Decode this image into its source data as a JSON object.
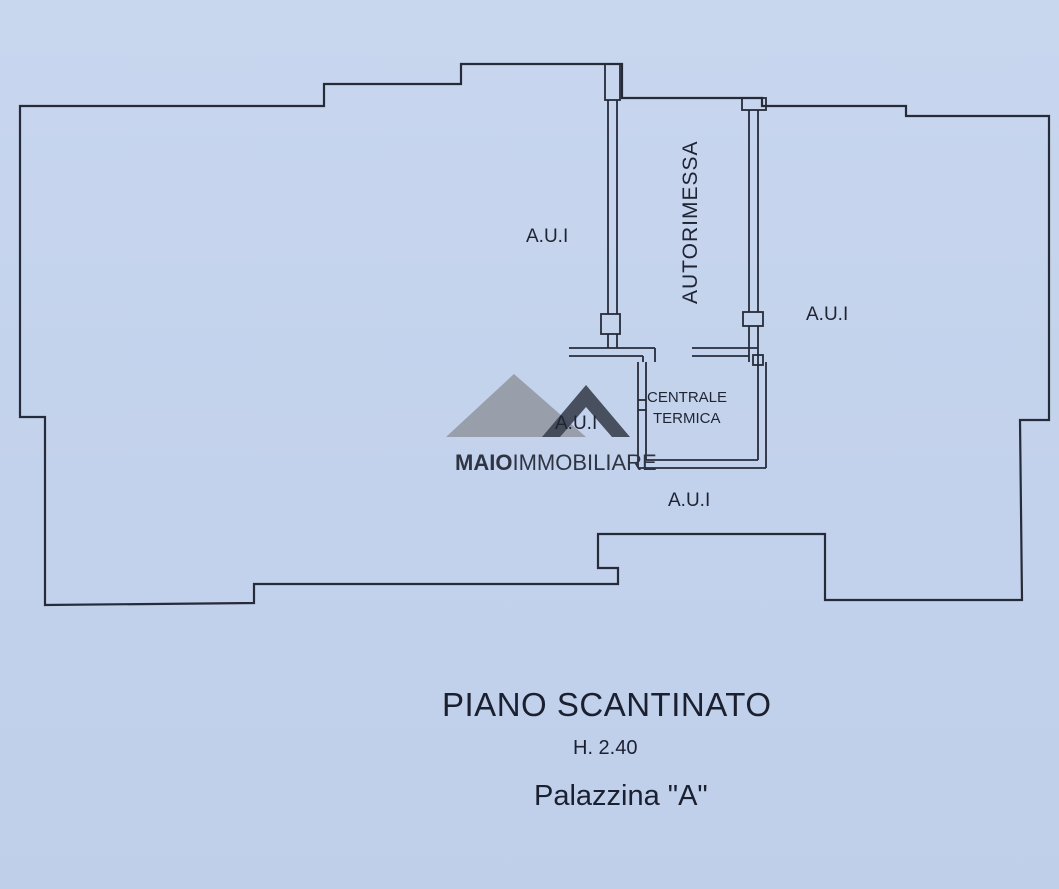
{
  "plan": {
    "rooms": {
      "aui_left": "A.U.I",
      "aui_right": "A.U.I",
      "aui_center": "A.U.I",
      "aui_bottom": "A.U.I",
      "garage": "AUTORIMESSA",
      "boiler_line1": "CENTRALE",
      "boiler_line2": "TERMICA"
    },
    "title": "PIANO SCANTINATO",
    "height": "H. 2.40",
    "building": "Palazzina \"A\""
  },
  "watermark": {
    "brand_bold": "MAIO",
    "brand_light": "IMMOBILIARE",
    "colors": {
      "grey": "#8f939b",
      "dark": "#3b4150"
    }
  },
  "colors": {
    "paper": "#c4d3ec",
    "ink": "#1f2433"
  }
}
